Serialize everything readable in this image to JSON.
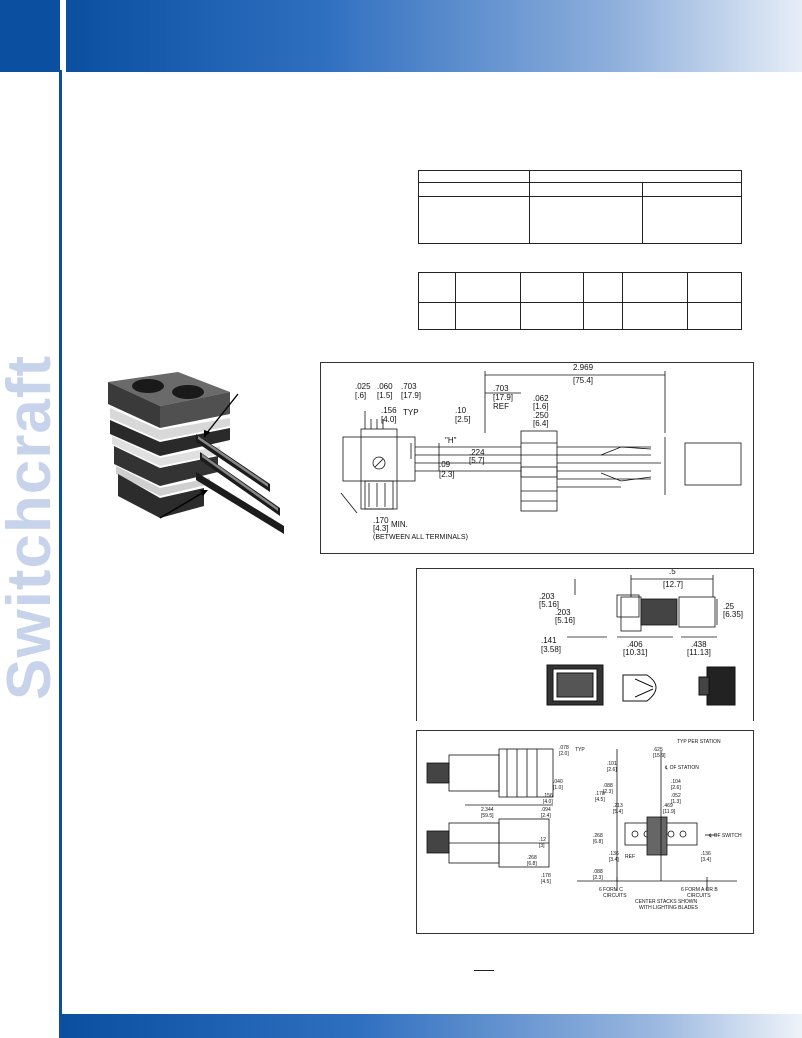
{
  "brand": {
    "name": "Switchcraft"
  },
  "colors": {
    "accent": "#0a4fa0",
    "brand_light": "#c6d3ea"
  },
  "drawing1": {
    "d1": ".025",
    "d1m": "[.6]",
    "d2": ".060",
    "d2m": "[1.5]",
    "d3": ".703",
    "d3m": "[17.9]",
    "typ156": ".156",
    "typ156m": "[4.0]",
    "typ": "TYP",
    "d10": ".10",
    "d10m": "[2.5]",
    "h": "\"H\"",
    "d703": ".703",
    "d703m": "[17.9]",
    "ref": "REF",
    "d062": ".062",
    "d062m": "[1.6]",
    "d250": ".250",
    "d250m": "[6.4]",
    "d2969": "2.969",
    "d2969m": "[75.4]",
    "d224": ".224",
    "d224m": "[5.7]",
    "d09": ".09",
    "d09m": "[2.3]",
    "d170": ".170",
    "d170m": "[4.3]",
    "min": "MIN.",
    "between": "(BETWEEN ALL TERMINALS)"
  },
  "drawing2": {
    "d5": ".5",
    "d5m": "[12.7]",
    "d203a": ".203",
    "d203am": "[5.16]",
    "d203b": ".203",
    "d203bm": "[5.16]",
    "d25": ".25",
    "d25m": "[6.35]",
    "d141": ".141",
    "d141m": "[3.58]",
    "d406": ".406",
    "d406m": "[10.31]",
    "d438": ".438",
    "d438m": "[11.13]"
  },
  "drawing3": {
    "typ_per_station": "TYP PER STATION",
    "d625": ".625",
    "d625m": "[15.9]",
    "cl_station": "℄ OF STATION",
    "cl_switch": "℄ OF SWITCH",
    "d078": ".078",
    "d078m": "[2.0]",
    "typ": "TYP",
    "d101": ".101",
    "d101m": "[2.6]",
    "d104": ".104",
    "d104m": "[2.6]",
    "d052": ".052",
    "d052m": "[1.3]",
    "d040": ".040",
    "d040m": "[1.0]",
    "d178": ".178",
    "d178m": "[4.5]",
    "d156": ".156",
    "d156m": "[4.0]",
    "d094": ".094",
    "d094m": "[2.4]",
    "d2344": "2.344",
    "d2344m": "[59.5]",
    "d088": ".088",
    "d088m": "[2.3]",
    "d213": ".213",
    "d213m": "[5.4]",
    "d469": ".469",
    "d469m": "[11.9]",
    "d268": ".268",
    "d268m": "[6.8]",
    "d136a": ".136",
    "d136am": "[3.4]",
    "ref": "REF",
    "d136b": ".136",
    "d136bm": "[3.4]",
    "d12": ".12",
    "d12m": "[3]",
    "d268b": ".268",
    "d268bm": "[6.8]",
    "d178b": ".178",
    "d178bm": "[4.5]",
    "d088b": ".088",
    "d088bm": "[2.3]",
    "form_c": "6 FORM C",
    "circuits_c": "CIRCUITS",
    "form_ab": "6 FORM A OR B",
    "circuits_ab": "CIRCUITS",
    "center_stacks": "CENTER STACKS SHOWN",
    "lighting_blades": "WITH LIGHTING BLADES"
  }
}
